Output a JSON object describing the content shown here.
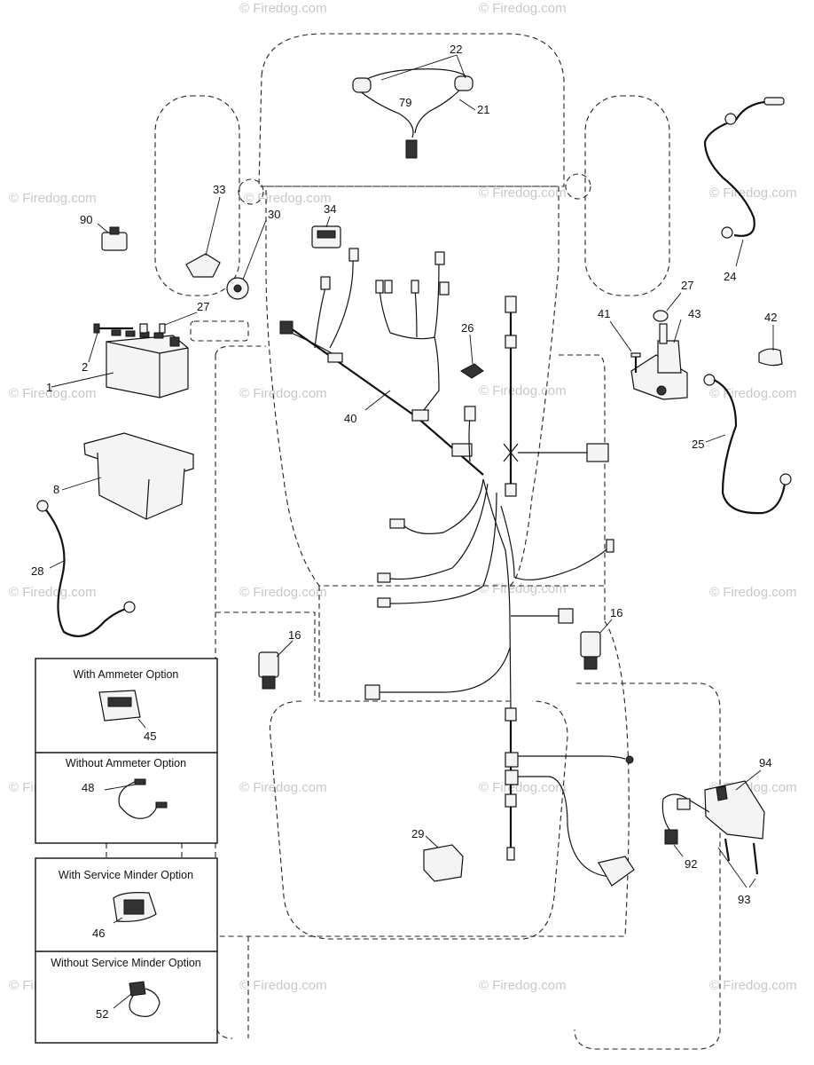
{
  "watermark": "© Firedog.com",
  "callouts": {
    "c22": "22",
    "c79": "79",
    "c21": "21",
    "c33": "33",
    "c30": "30",
    "c34": "34",
    "c90": "90",
    "c27a": "27",
    "c2": "2",
    "c1": "1",
    "c26": "26",
    "c40": "40",
    "c8": "8",
    "c28": "28",
    "c27b": "27",
    "c41": "41",
    "c43": "43",
    "c42": "42",
    "c24": "24",
    "c25": "25",
    "c16a": "16",
    "c16b": "16",
    "c29": "29",
    "c94": "94",
    "c92": "92",
    "c93": "93"
  },
  "options": {
    "ammeter": {
      "title": "With Ammeter Option",
      "part": "45"
    },
    "no_ammeter": {
      "title": "Without Ammeter Option",
      "part": "48"
    },
    "service_minder": {
      "title": "With Service Minder Option",
      "part": "46"
    },
    "no_service_minder": {
      "title": "Without Service Minder Option",
      "part": "52"
    }
  }
}
